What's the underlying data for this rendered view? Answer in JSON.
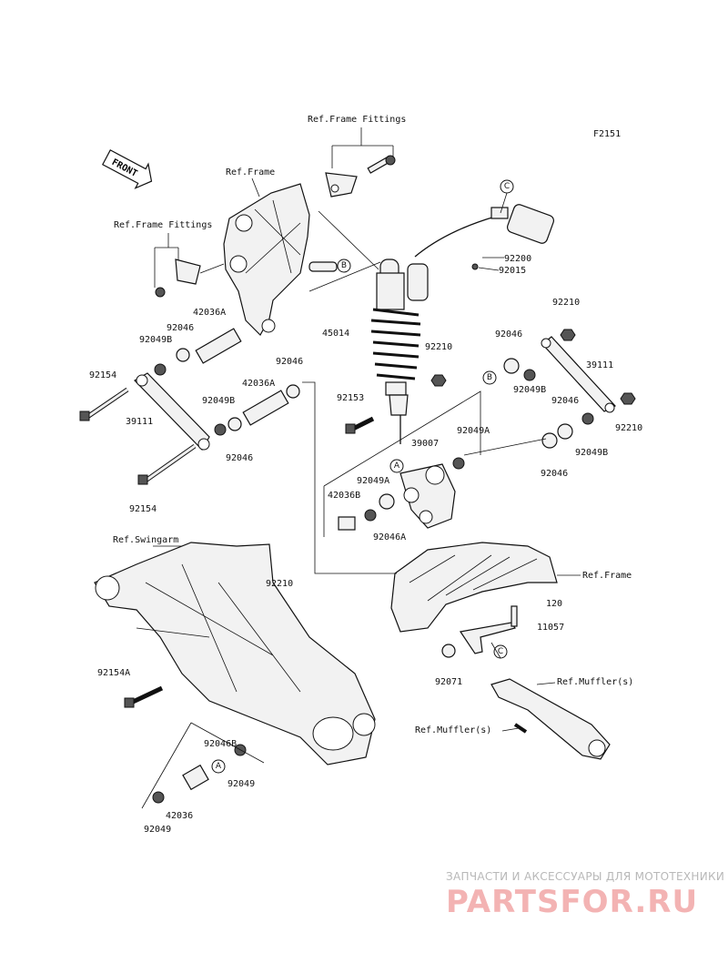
{
  "figure_code": "F2151",
  "front_arrow": "FRONT",
  "refs": {
    "frame_fittings_top": "Ref.Frame Fittings",
    "frame_fittings_left": "Ref.Frame Fittings",
    "frame_top": "Ref.Frame",
    "frame_right": "Ref.Frame",
    "swingarm": "Ref.Swingarm",
    "muffler_1": "Ref.Muffler(s)",
    "muffler_2": "Ref.Muffler(s)"
  },
  "callouts": {
    "a": "A",
    "b": "B",
    "c": "C"
  },
  "part_labels": [
    "42036A",
    "92046",
    "92049B",
    "92154",
    "39111",
    "92049B",
    "92046",
    "42036A",
    "92046",
    "92154",
    "45014",
    "92210",
    "92153",
    "92200",
    "92015",
    "92210",
    "92046",
    "39111",
    "92049B",
    "92046",
    "92210",
    "92049B",
    "92049A",
    "39007",
    "92049A",
    "42036B",
    "92046A",
    "92046",
    "92210",
    "120",
    "11057",
    "92071",
    "92154A",
    "92046B",
    "92049",
    "42036",
    "92049"
  ],
  "watermark": {
    "tagline": "ЗАПЧАСТИ И АКСЕССУАРЫ ДЛЯ МОТОТЕХНИКИ",
    "logo": "PARTSFOR.RU"
  }
}
